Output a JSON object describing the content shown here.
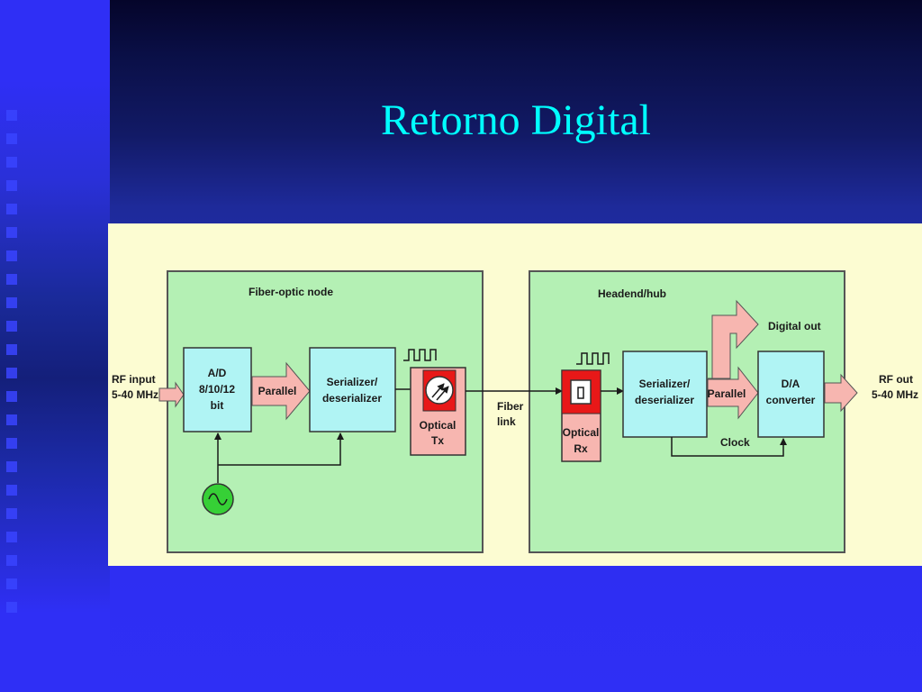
{
  "slide": {
    "title": "Retorno Digital"
  },
  "diagram": {
    "node_label": "Fiber-optic node",
    "headend_label": "Headend/hub",
    "rf_input": [
      "RF input",
      "5-40 MHz"
    ],
    "rf_out": [
      "RF out",
      "5-40 MHz"
    ],
    "ad_block": [
      "A/D",
      "8/10/12",
      "bit"
    ],
    "parallel_left": "Parallel",
    "serializer_left": [
      "Serializer/",
      "deserializer"
    ],
    "optical_tx": [
      "Optical",
      "Tx"
    ],
    "fiber_link": [
      "Fiber",
      "link"
    ],
    "optical_rx": [
      "Optical",
      "Rx"
    ],
    "serializer_right": [
      "Serializer/",
      "deserializer"
    ],
    "parallel_right": "Parallel",
    "digital_out": "Digital out",
    "da_block": [
      "D/A",
      "converter"
    ],
    "clock": "Clock"
  },
  "colors": {
    "panel_bg": "#fcfcd2",
    "container_fill": "#b4f0b4",
    "block_fill": "#b0f4f4",
    "arrow_fill": "#f7b6b0",
    "optical_red": "#e81818",
    "oscillator_green": "#36d036",
    "title_cyan": "#00ffff"
  }
}
